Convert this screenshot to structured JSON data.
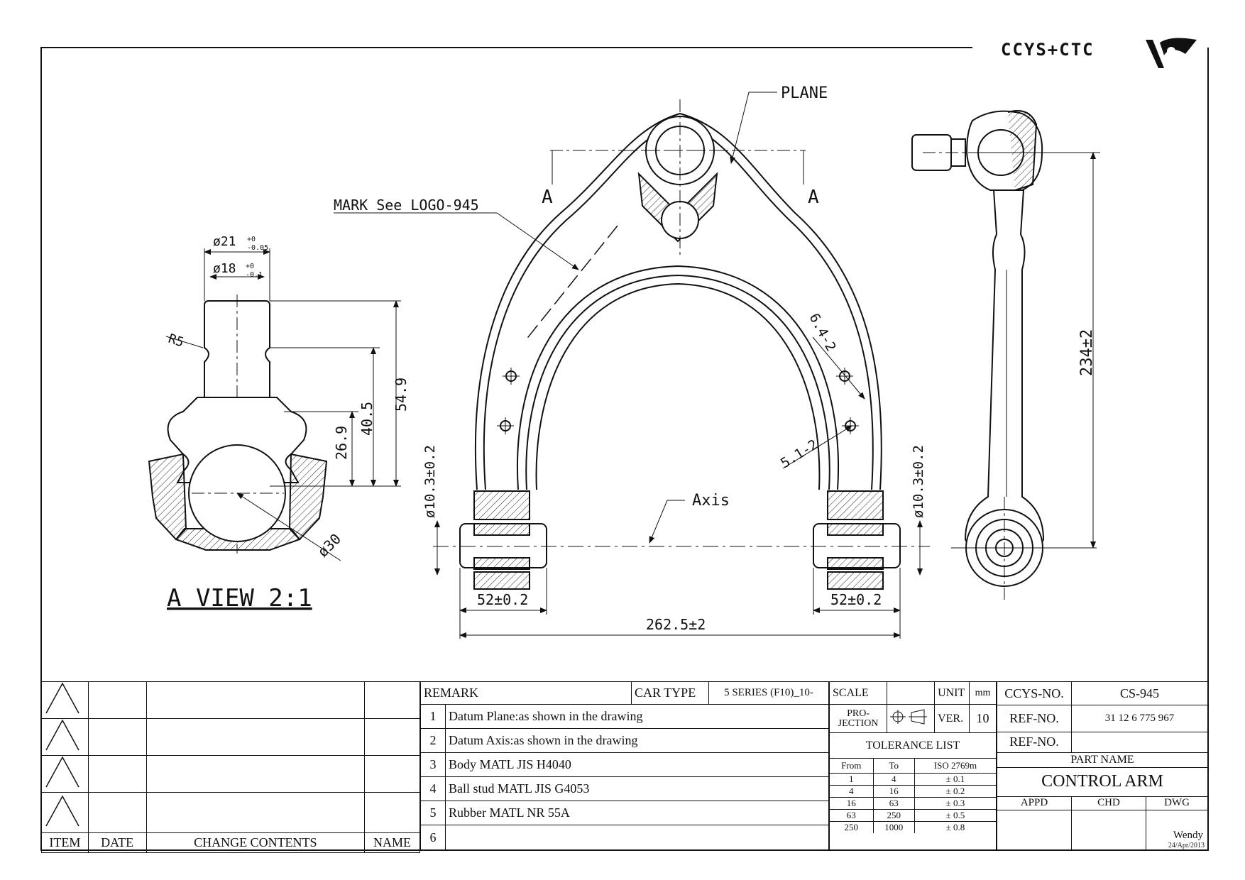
{
  "logo": {
    "text": "CCYS+CTC"
  },
  "drawing": {
    "plane_label": "PLANE",
    "section_marks": [
      "A",
      "A"
    ],
    "mark_note": "MARK See LOGO-945",
    "axis_label": "Axis",
    "view_label": "A VIEW 2:1",
    "dims": {
      "d21": "ø21",
      "d21_tol_upper": "+0",
      "d21_tol_lower": "-0.05",
      "d18": "ø18",
      "d18_tol_upper": "+0",
      "d18_tol_lower": "-0.1",
      "r5": "R5",
      "h549": "54.9",
      "h405": "40.5",
      "h269": "26.9",
      "d30": "ø30",
      "d103_left": "ø10.3±0.2",
      "d103_right": "ø10.3±0.2",
      "w52_left": "52±0.2",
      "w52_right": "52±0.2",
      "span": "262.5±2",
      "h234": "234±2",
      "t64": "6.4-2",
      "t51": "5.1-2"
    }
  },
  "revision_table": {
    "headers": [
      "ITEM",
      "DATE",
      "CHANGE CONTENTS",
      "NAME"
    ]
  },
  "remarks": {
    "title": "REMARK",
    "car_type_label": "CAR TYPE",
    "car_type_value": "5 SERIES (F10)_10-",
    "items": [
      {
        "num": "1",
        "text": "Datum Plane:as shown in the drawing"
      },
      {
        "num": "2",
        "text": "Datum Axis:as shown in the drawing"
      },
      {
        "num": "3",
        "text": "Body MATL JIS H4040"
      },
      {
        "num": "4",
        "text": "Ball stud MATL JIS G4053"
      },
      {
        "num": "5",
        "text": "Rubber MATL NR 55A"
      },
      {
        "num": "6",
        "text": ""
      }
    ]
  },
  "spec": {
    "scale_label": "SCALE",
    "scale_value": "",
    "unit_label": "UNIT",
    "unit_value": "mm",
    "projection_label": "PRO-\nJECTION",
    "ver_label": "VER.",
    "ver_value": "10",
    "tolerance_title": "TOLERANCE LIST",
    "tolerance_headers": [
      "From",
      "To",
      "ISO 2769m"
    ],
    "tolerance_rows": [
      [
        "1",
        "4",
        "± 0.1"
      ],
      [
        "4",
        "16",
        "± 0.2"
      ],
      [
        "16",
        "63",
        "± 0.3"
      ],
      [
        "63",
        "250",
        "± 0.5"
      ],
      [
        "250",
        "1000",
        "± 0.8"
      ]
    ]
  },
  "part": {
    "ccys_no_label": "CCYS-NO.",
    "ccys_no_value": "CS-945",
    "ref_no_label": "REF-NO.",
    "ref_no_value": "31 12 6 775 967",
    "ref_no2_label": "REF-NO.",
    "ref_no2_value": "",
    "part_name_label": "PART NAME",
    "part_name_value": "CONTROL ARM",
    "appd_label": "APPD",
    "chd_label": "CHD",
    "dwg_label": "DWG",
    "dwg_name": "Wendy",
    "dwg_date": "24/Apr/2013"
  }
}
